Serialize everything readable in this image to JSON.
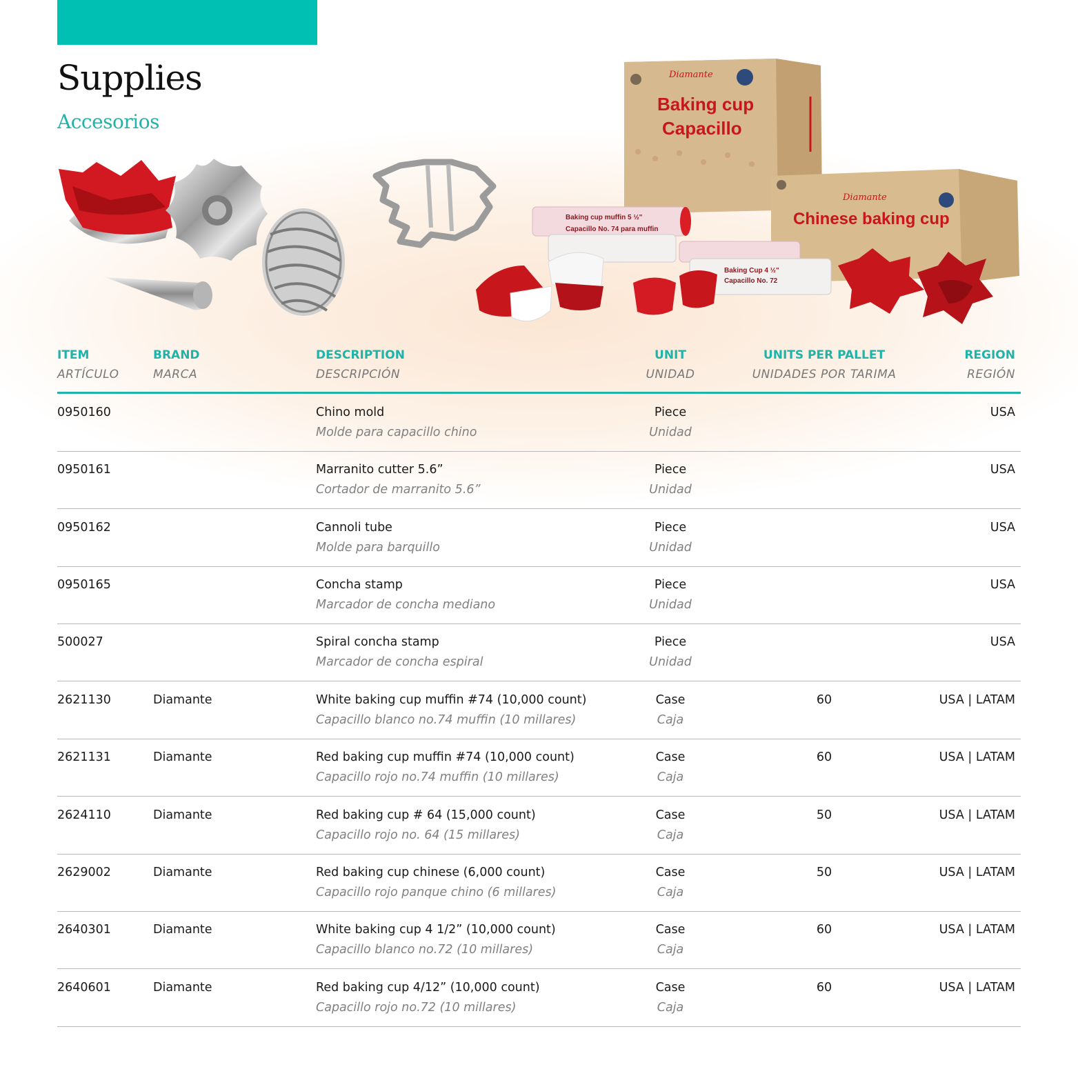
{
  "page": {
    "title": "Supplies",
    "subtitle": "Accesorios"
  },
  "hero": {
    "box1": {
      "brand": "Diamante",
      "line1": "Baking cup",
      "line2": "Capacillo"
    },
    "box2": {
      "brand": "Diamante",
      "line1": "Chinese baking cup"
    },
    "sleeve1": {
      "line1": "Baking cup muffin 5 ½\"",
      "line2": "Capacillo No. 74 para muffin"
    },
    "sleeve2": {
      "line1": "Baking Cup 4 ½\"",
      "line2": "Capacillo No. 72"
    }
  },
  "table": {
    "headers": [
      {
        "en": "ITEM",
        "es": "ARTÍCULO"
      },
      {
        "en": "BRAND",
        "es": "MARCA"
      },
      {
        "en": "DESCRIPTION",
        "es": "DESCRIPCIÓN"
      },
      {
        "en": "UNIT",
        "es": "UNIDAD"
      },
      {
        "en": "UNITS PER PALLET",
        "es": "UNIDADES POR TARIMA"
      },
      {
        "en": "REGION",
        "es": "REGIÓN"
      }
    ],
    "rows": [
      {
        "item": "0950160",
        "brand": "",
        "desc": "Chino mold",
        "desc_es": "Molde para capacillo chino",
        "unit": "Piece",
        "unit_es": "Unidad",
        "upp": "",
        "region": "USA"
      },
      {
        "item": "0950161",
        "brand": "",
        "desc": "Marranito cutter 5.6”",
        "desc_es": "Cortador de marranito 5.6”",
        "unit": "Piece",
        "unit_es": "Unidad",
        "upp": "",
        "region": "USA"
      },
      {
        "item": "0950162",
        "brand": "",
        "desc": "Cannoli tube",
        "desc_es": "Molde para barquillo",
        "unit": "Piece",
        "unit_es": "Unidad",
        "upp": "",
        "region": "USA"
      },
      {
        "item": "0950165",
        "brand": "",
        "desc": "Concha stamp",
        "desc_es": "Marcador de concha mediano",
        "unit": "Piece",
        "unit_es": "Unidad",
        "upp": "",
        "region": "USA"
      },
      {
        "item": "500027",
        "brand": "",
        "desc": "Spiral concha stamp",
        "desc_es": "Marcador de concha espiral",
        "unit": "Piece",
        "unit_es": "Unidad",
        "upp": "",
        "region": "USA"
      },
      {
        "item": "2621130",
        "brand": "Diamante",
        "desc": "White baking cup muffin #74 (10,000 count)",
        "desc_es": "Capacillo blanco no.74 muffin (10 millares)",
        "unit": "Case",
        "unit_es": "Caja",
        "upp": "60",
        "region": "USA | LATAM"
      },
      {
        "item": "2621131",
        "brand": "Diamante",
        "desc": "Red baking cup muffin #74 (10,000 count)",
        "desc_es": "Capacillo rojo no.74 muffin (10 millares)",
        "unit": "Case",
        "unit_es": "Caja",
        "upp": "60",
        "region": "USA | LATAM"
      },
      {
        "item": "2624110",
        "brand": "Diamante",
        "desc": "Red baking cup # 64  (15,000 count)",
        "desc_es": "Capacillo rojo no. 64 (15 millares)",
        "unit": "Case",
        "unit_es": "Caja",
        "upp": "50",
        "region": "USA | LATAM"
      },
      {
        "item": "2629002",
        "brand": "Diamante",
        "desc": "Red baking cup chinese (6,000 count)",
        "desc_es": "Capacillo rojo panque chino (6 millares)",
        "unit": "Case",
        "unit_es": "Caja",
        "upp": "50",
        "region": "USA | LATAM"
      },
      {
        "item": "2640301",
        "brand": "Diamante",
        "desc": "White baking cup 4 1/2” (10,000 count)",
        "desc_es": "Capacillo blanco no.72 (10 millares)",
        "unit": "Case",
        "unit_es": "Caja",
        "upp": "60",
        "region": "USA | LATAM"
      },
      {
        "item": "2640601",
        "brand": "Diamante",
        "desc": "Red baking cup 4/12” (10,000 count)",
        "desc_es": "Capacillo rojo no.72 (10 millares)",
        "unit": "Case",
        "unit_es": "Caja",
        "upp": "60",
        "region": "USA | LATAM"
      }
    ]
  },
  "colors": {
    "accent": "#00bfb3",
    "heading_teal": "#1fb3aa",
    "cup_red": "#c8161d"
  }
}
